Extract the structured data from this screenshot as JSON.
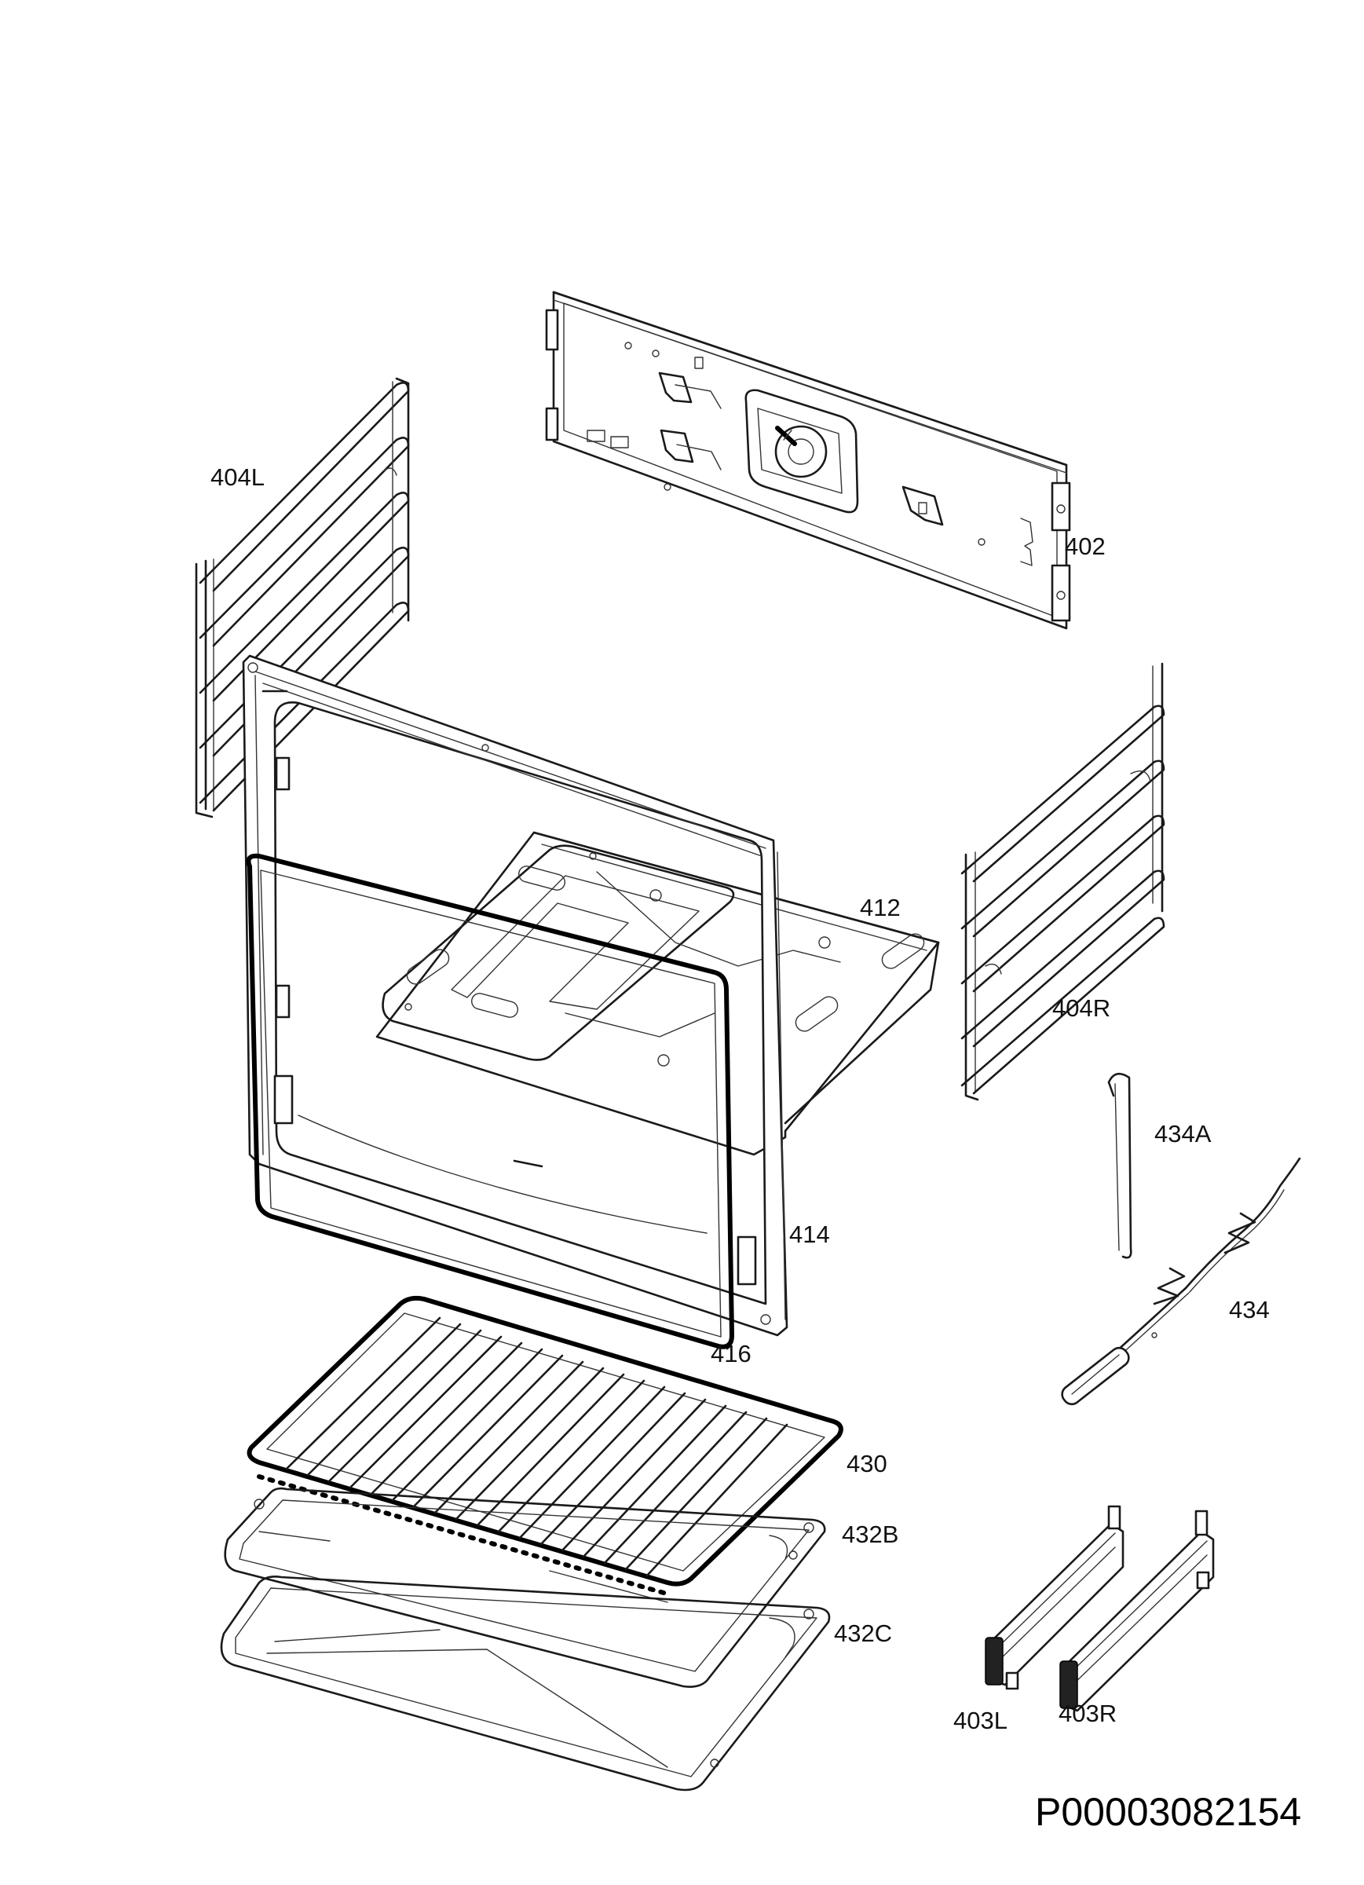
{
  "parts": [
    {
      "id": "p402",
      "label": "402"
    },
    {
      "id": "p404L",
      "label": "404L"
    },
    {
      "id": "p404R",
      "label": "404R"
    },
    {
      "id": "p412",
      "label": "412"
    },
    {
      "id": "p414",
      "label": "414"
    },
    {
      "id": "p416",
      "label": "416"
    },
    {
      "id": "p430",
      "label": "430"
    },
    {
      "id": "p432B",
      "label": "432B"
    },
    {
      "id": "p432C",
      "label": "432C"
    },
    {
      "id": "p434A",
      "label": "434A"
    },
    {
      "id": "p434",
      "label": "434"
    },
    {
      "id": "p403L",
      "label": "403L"
    },
    {
      "id": "p403R",
      "label": "403R"
    }
  ],
  "drawing_code": "P00003082154"
}
